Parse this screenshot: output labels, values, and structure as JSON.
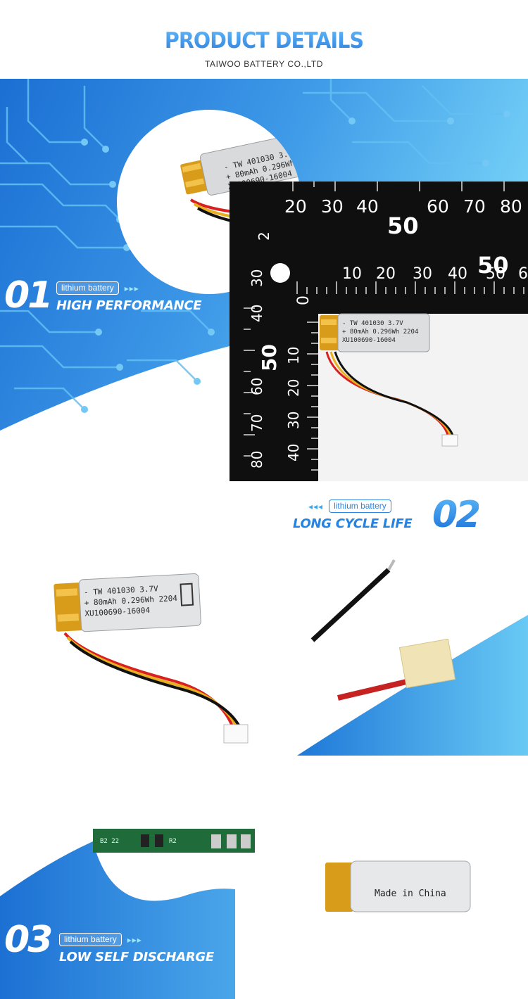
{
  "header": {
    "title": "PRODUCT DETAILS",
    "subtitle": "TAIWOO BATTERY CO.,LTD"
  },
  "sections": [
    {
      "number": "01",
      "tag": "lithium battery",
      "arrows": "▸▸▸",
      "title": "HIGH PERFORMANCE"
    },
    {
      "number": "02",
      "tag": "lithium battery",
      "arrows": "◂◂◂",
      "title": "LONG CYCLE LIFE"
    },
    {
      "number": "03",
      "tag": "lithium battery",
      "arrows": "▸▸▸",
      "title": "LOW SELF DISCHARGE"
    }
  ],
  "battery_label": {
    "line1": "- TW 401030 3.7V",
    "line2": "+ 80mAh 0.296Wh 2204",
    "line3": "XU100690-16004"
  },
  "cell_label": "Made in China",
  "pcb_marks": {
    "left": "B2 22",
    "mid": "R2"
  },
  "ruler": {
    "top_labels": [
      "20",
      "30",
      "40",
      "50",
      "60",
      "70",
      "80"
    ],
    "inner_top_labels": [
      "0",
      "10",
      "20",
      "30",
      "40",
      "50",
      "6"
    ],
    "inner_big": "50",
    "left_labels": [
      "30",
      "40",
      "50",
      "60",
      "70",
      "80"
    ],
    "inner_left_labels": [
      "10",
      "20",
      "30",
      "40"
    ],
    "left_top": "2",
    "colors": {
      "ruler": "#0f0f10",
      "ink": "#ffffff"
    }
  },
  "colors": {
    "brand_blue": "#2d86e0",
    "bg_blue_dark": "#1e78d8",
    "bg_blue_light": "#69c9f4",
    "circuit": "#5fb7ef"
  }
}
